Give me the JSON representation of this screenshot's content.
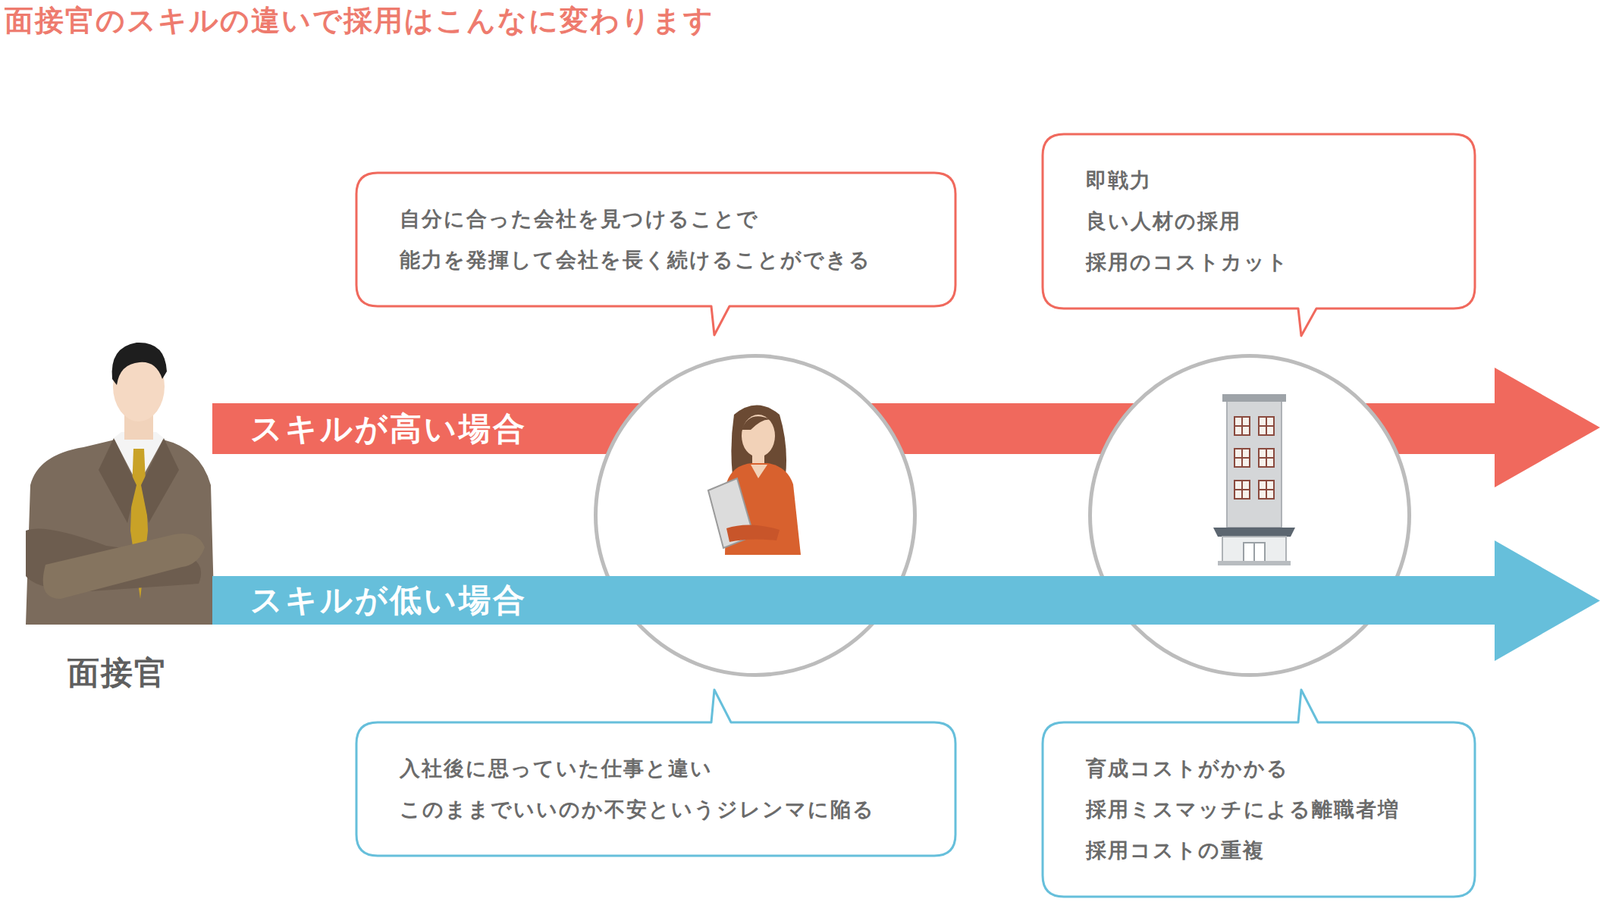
{
  "diagram": {
    "title": "面接官のスキルの違いで採用はこんなに変わります",
    "nodes": [
      {
        "text": [
          "自分に合った会社を見つけることで",
          "能力を発揮して会社を長く続けることができる"
        ]
      },
      {
        "text": [
          "即戦力",
          "良い人材の採用",
          "採用のコストカット"
        ]
      },
      {
        "text": [
          "スキルが高い場合"
        ]
      },
      {
        "text": [
          "求職者"
        ]
      },
      {
        "text": [
          "会社"
        ]
      },
      {
        "text": [
          "スキルが低い場合"
        ]
      },
      {
        "text": [
          "入社後に思っていた仕事と違い",
          "このままでいいのか不安というジレンマに陥る"
        ]
      },
      {
        "text": [
          "育成コストがかかる",
          "採用ミスマッチによる離職者増",
          "採用コストの重複"
        ]
      }
    ],
    "labels": [
      "面接官"
    ]
  }
}
